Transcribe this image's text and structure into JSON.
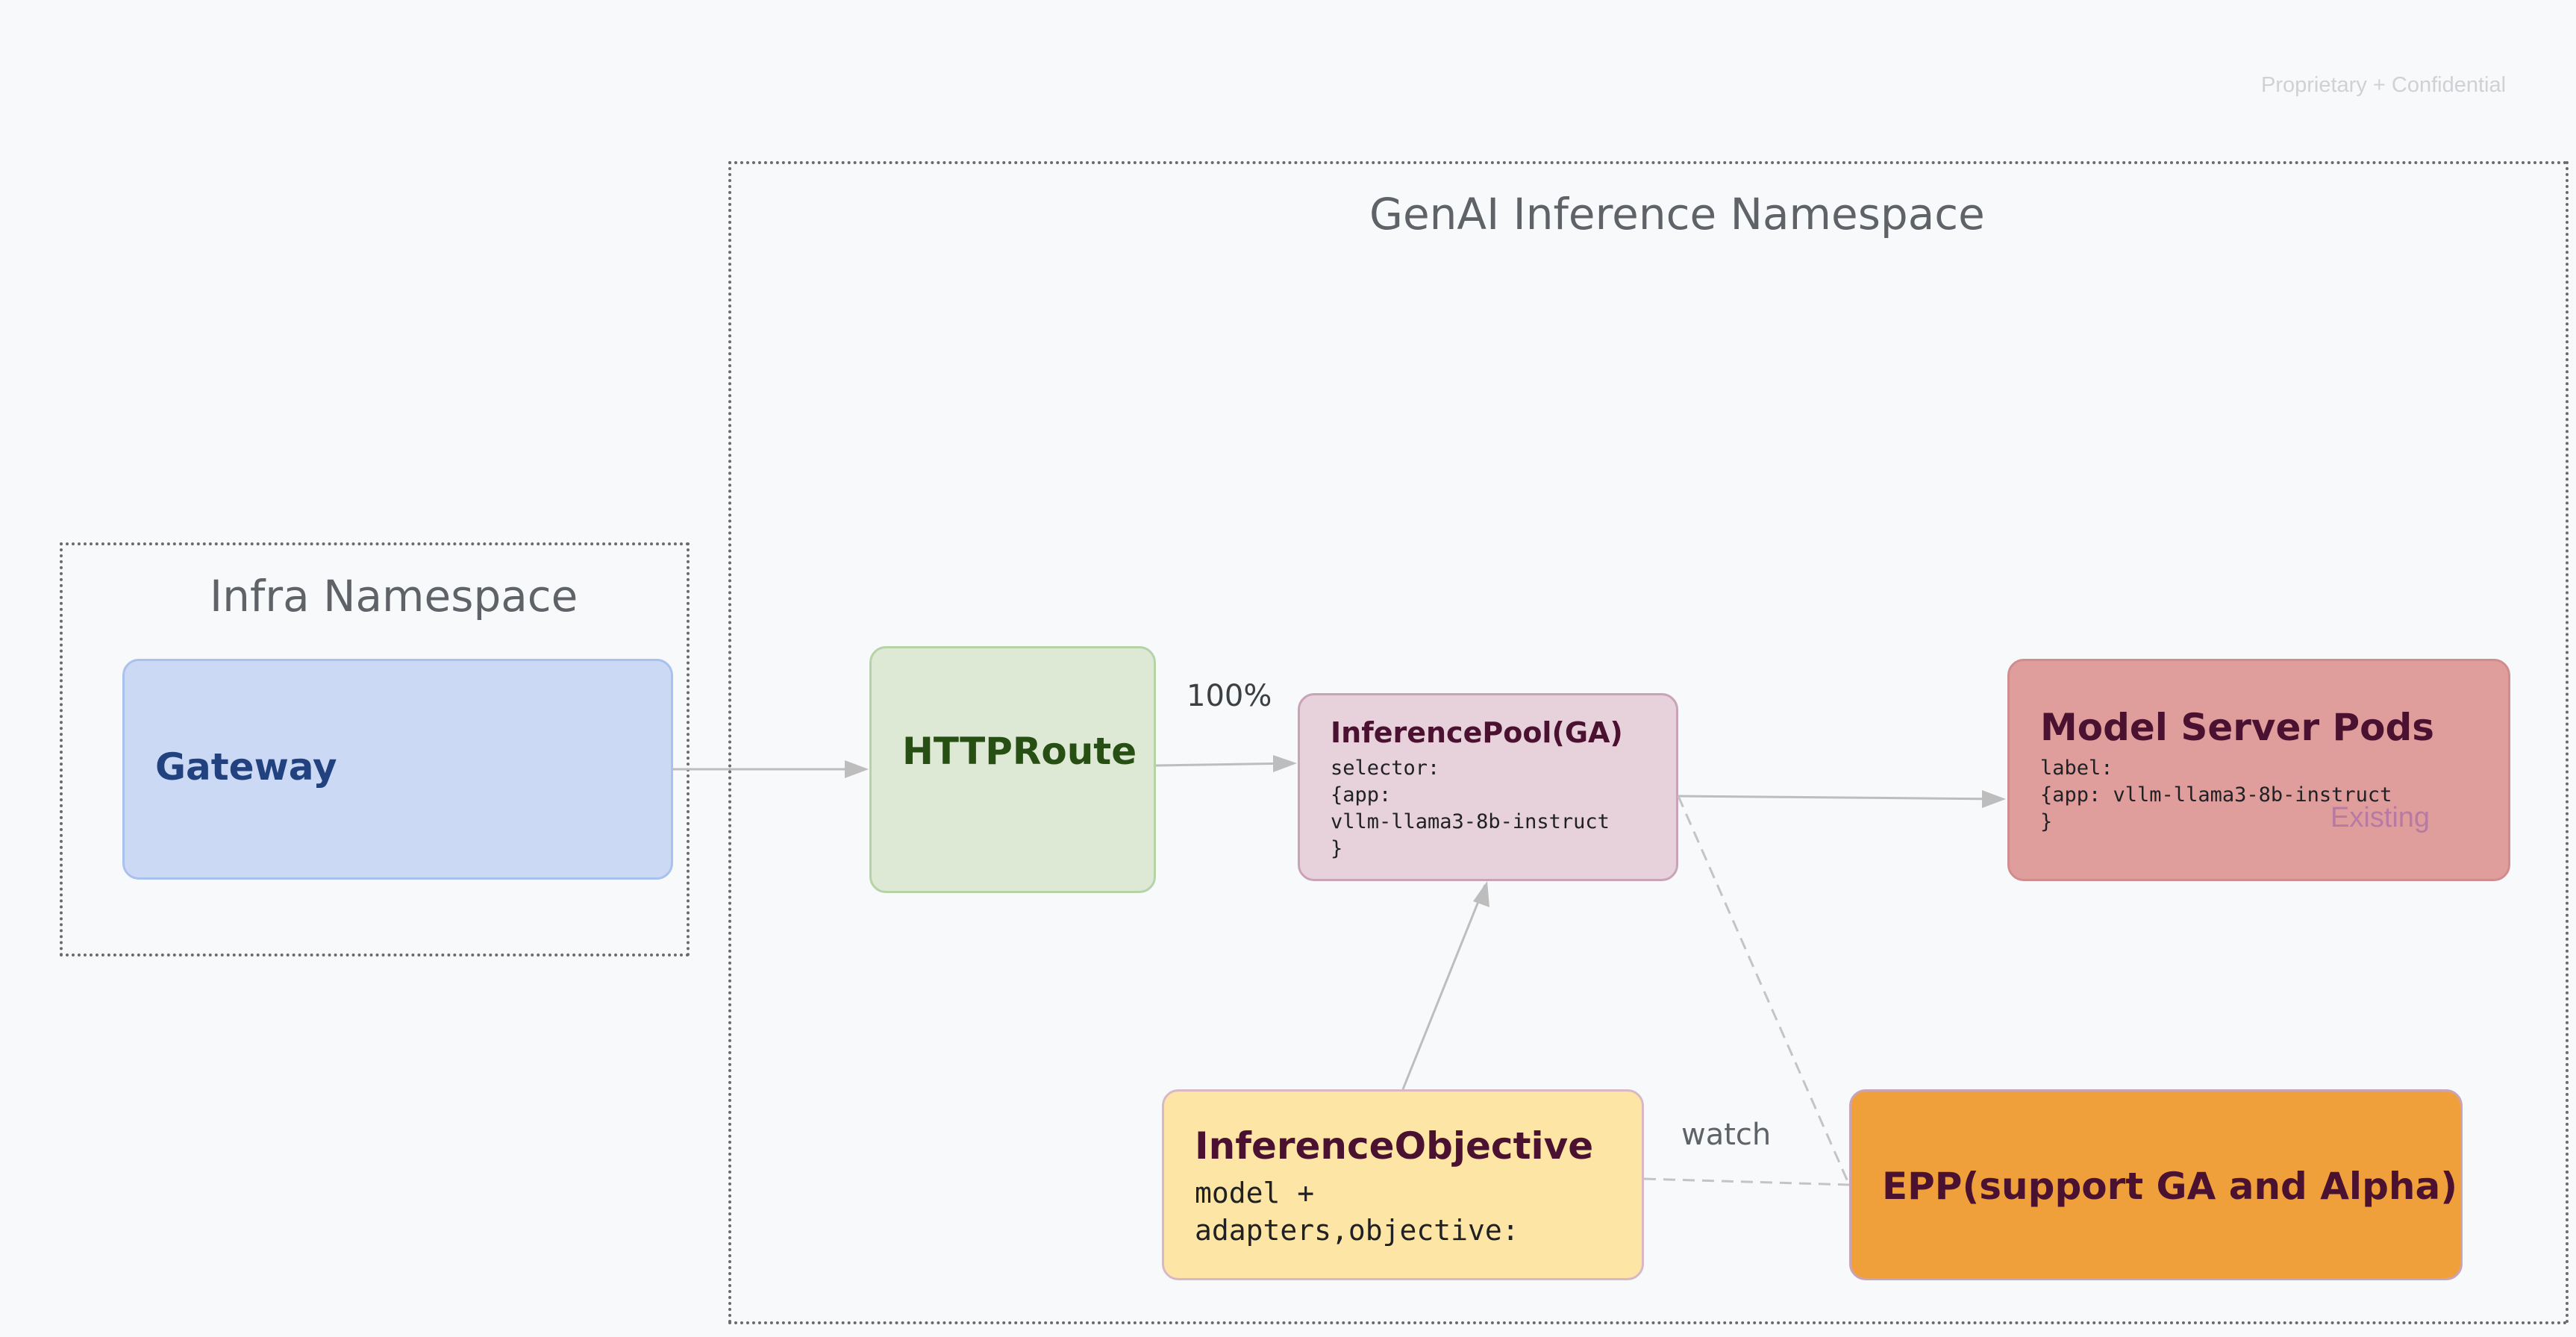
{
  "header": {
    "confidentiality": "Proprietary + Confidential"
  },
  "namespaces": {
    "infra": {
      "title": "Infra Namespace"
    },
    "genai": {
      "title": "GenAI Inference Namespace"
    }
  },
  "nodes": {
    "gateway": {
      "title": "Gateway",
      "color": "#cbd9f4",
      "border": "#a8c1ef",
      "text_color": "#21417f"
    },
    "httproute": {
      "title": "HTTPRoute",
      "color": "#dde9d5",
      "border": "#b6d3a6",
      "text_color": "#274e13"
    },
    "inferencepool": {
      "title": "InferencePool(GA)",
      "lines": [
        "selector:",
        "{app:",
        "vllm-llama3-8b-instruct",
        "}"
      ],
      "color": "#e7d1db",
      "border": "#c9a3b6",
      "text_color": "#4a1230"
    },
    "model_server_pods": {
      "title": "Model Server Pods",
      "lines": [
        "label:",
        "{app: vllm-llama3-8b-instruct",
        "}"
      ],
      "tag": "Existing",
      "color": "#df9d9c",
      "border": "#cf8d8d",
      "text_color": "#4a1230"
    },
    "inference_objective": {
      "title": "InferenceObjective",
      "lines": [
        "model +",
        "adapters,objective:"
      ],
      "color": "#fce5a5",
      "border": "#d8b8c6",
      "text_color": "#4a1230"
    },
    "epp": {
      "title": "EPP(support GA and Alpha)",
      "color": "#f0a03b",
      "border": "#c9a3b6",
      "text_color": "#4a1230"
    }
  },
  "edges": {
    "route_to_pool_label": "100%",
    "watch_label": "watch"
  },
  "colors": {
    "arrow": "#bdbdbd",
    "dashed": "#c4c4c4"
  }
}
